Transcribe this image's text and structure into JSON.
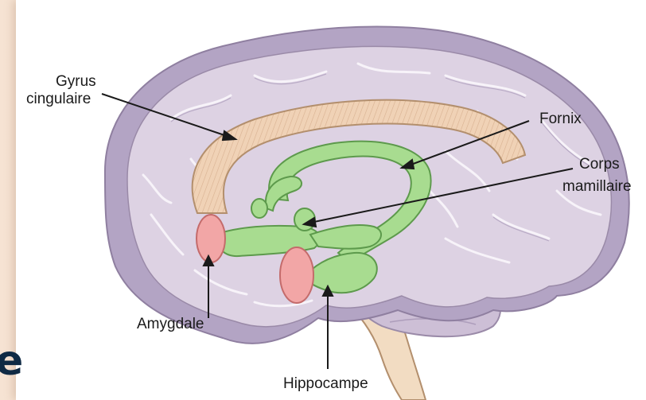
{
  "labels": {
    "gyrus_line1": "Gyrus",
    "gyrus_line2": "cingulaire",
    "fornix": "Fornix",
    "corps_line1": "Corps",
    "corps_line2": "mamillaire",
    "amygdale": "Amygdale",
    "hippocampe": "Hippocampe"
  },
  "slide_text_fragment": "e",
  "colors": {
    "brain": "#ddd2e3",
    "brain_outline": "#9a8aa8",
    "cortex_rim": "#b3a4c4",
    "cingulate": "#f0d2b6",
    "limbic_green": "#a8dc90",
    "green_outline": "#5d9a4c",
    "amygdala": "#f2a6a6",
    "brainstem": "#f2dcc2"
  }
}
